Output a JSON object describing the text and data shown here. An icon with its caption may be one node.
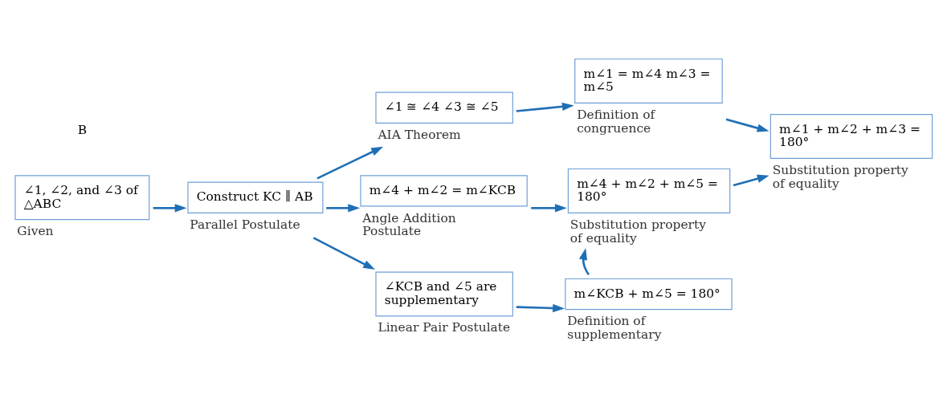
{
  "diagram": {
    "nodes": [
      {
        "text": [
          "∠1, ∠2, and ∠3 of △ABC"
        ],
        "beside": [
          "Given"
        ]
      },
      {
        "text": [
          "Construct KC ∥ AB"
        ],
        "beside": [
          "Parallel Postulate"
        ]
      },
      {
        "text": [
          "∠1 ≅ ∠4 ∠3 ≅ ∠5"
        ],
        "beside": [
          "AIA Theorem"
        ]
      },
      {
        "text": [
          "m∠1 = m∠4 m∠3 = m∠5"
        ],
        "beside": [
          "Definition of congruence"
        ]
      },
      {
        "text": [
          "m∠4 + m∠2 = m∠KCB"
        ],
        "beside": [
          "Angle Addition Postulate"
        ]
      },
      {
        "text": [
          "m∠4 + m∠2 + m∠5 = 180°"
        ],
        "beside": [
          "Substitution property of equality"
        ]
      },
      {
        "text": [
          "∠KCB and ∠5 are supplementary"
        ],
        "beside": [
          "Linear Pair Postulate"
        ]
      },
      {
        "text": [
          "m∠KCB + m∠5 = 180°"
        ],
        "beside": [
          "Definition of supplementary"
        ]
      },
      {
        "text": [
          "m∠1 + m∠2 + m∠3 = 180°"
        ],
        "beside": [
          "Substitution property of equality"
        ]
      }
    ],
    "edges": [
      {
        "from": 0,
        "to": 1,
        "arrow": "to"
      },
      {
        "from": 1,
        "to": 2,
        "arrow": "to"
      },
      {
        "from": 1,
        "to": 4,
        "arrow": "to"
      },
      {
        "from": 1,
        "to": 6,
        "arrow": "to"
      },
      {
        "from": 2,
        "to": 3,
        "arrow": "to"
      },
      {
        "from": 4,
        "to": 5,
        "arrow": "to"
      },
      {
        "from": 6,
        "to": 7,
        "arrow": "to"
      },
      {
        "from": 7,
        "to": 5,
        "arrow": "to"
      },
      {
        "from": 3,
        "to": 8,
        "arrow": "to"
      },
      {
        "from": 5,
        "to": 8,
        "arrow": "to"
      }
    ],
    "labels": [
      "B"
    ]
  }
}
